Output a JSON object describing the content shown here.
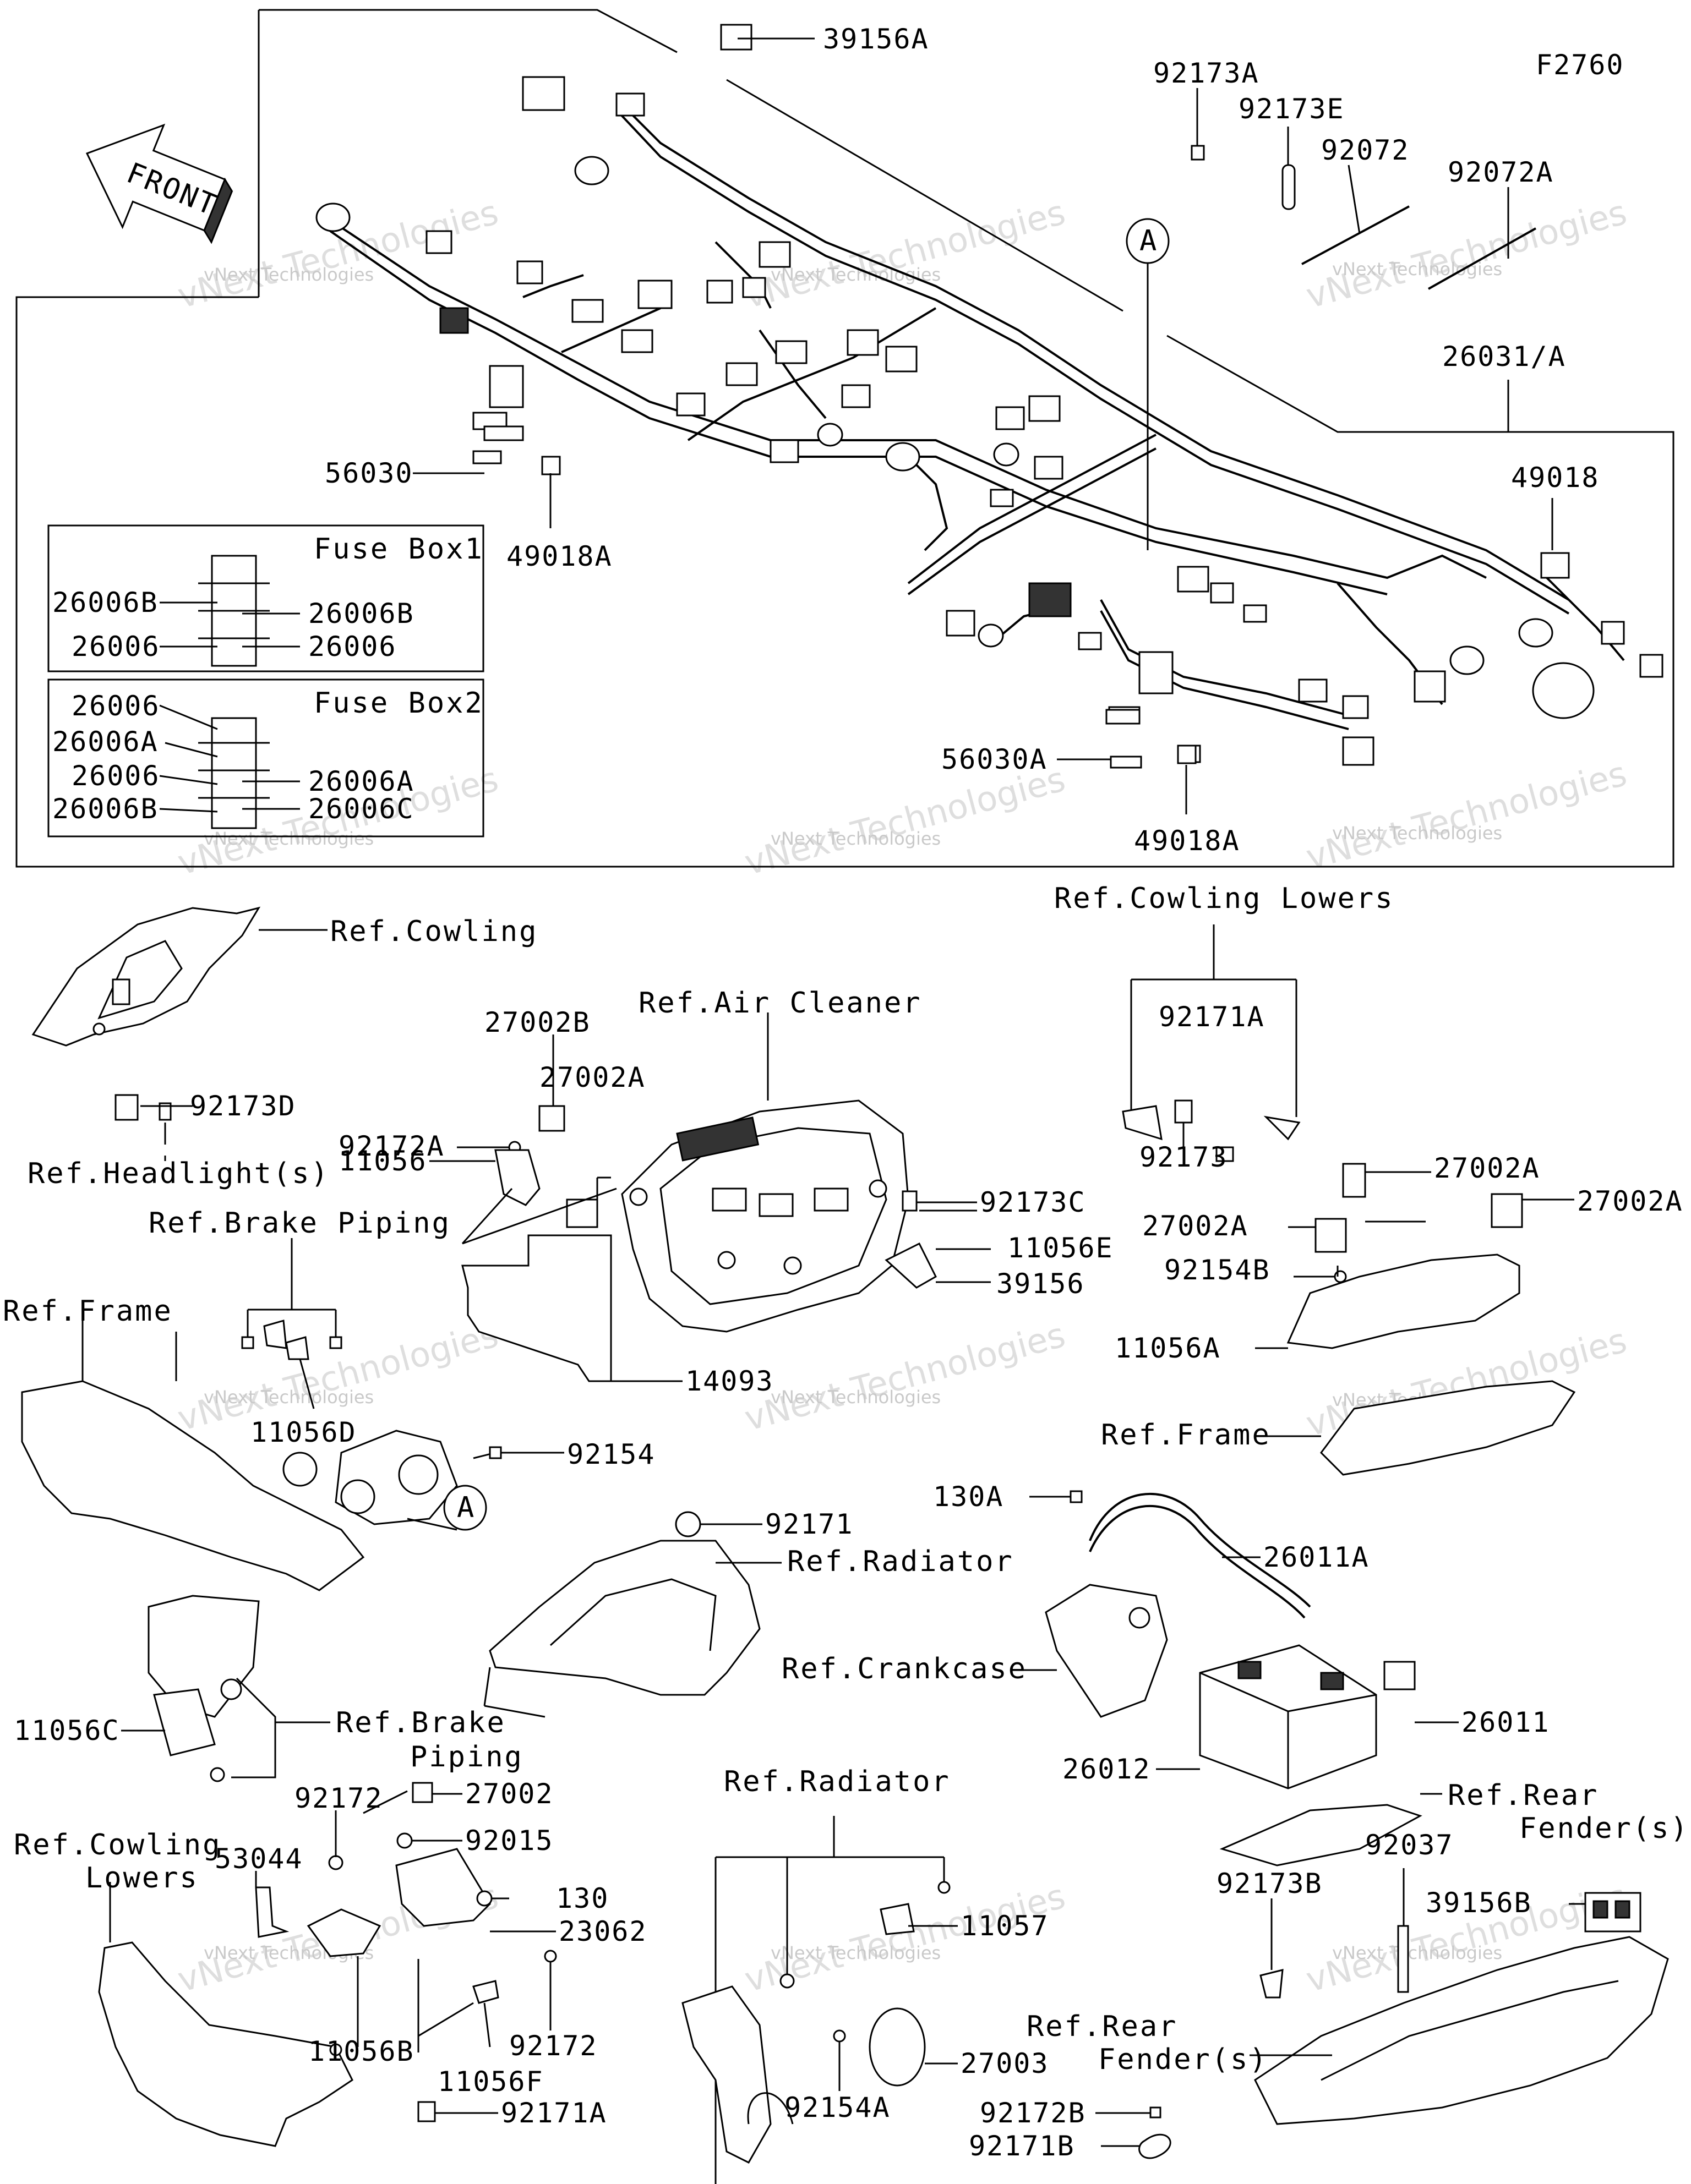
{
  "diagram_code": "F2760",
  "front_label": "FRONT",
  "watermark": "vNext Technologies",
  "callout_letter": "A",
  "fuse_box_1": {
    "title": "Fuse Box1",
    "labels": [
      "26006B",
      "26006B",
      "26006",
      "26006"
    ]
  },
  "fuse_box_2": {
    "title": "Fuse Box2",
    "labels": [
      "26006",
      "26006A",
      "26006",
      "26006A",
      "26006B",
      "26006C"
    ]
  },
  "part_numbers": [
    "39156A",
    "92173A",
    "92173E",
    "92072",
    "92072A",
    "26031/A",
    "49018",
    "56030",
    "49018A",
    "56030A",
    "49018A",
    "92173D",
    "27002B",
    "27002A",
    "92172A",
    "11056",
    "92173C",
    "11056E",
    "39156",
    "14093",
    "11056D",
    "92154",
    "92171A",
    "92173",
    "27002A",
    "27002A",
    "27002A",
    "92154B",
    "11056A",
    "92171",
    "130A",
    "26011A",
    "26011",
    "26012",
    "11056C",
    "92172",
    "53044",
    "27002",
    "92015",
    "130",
    "23062",
    "11056B",
    "11056F",
    "92172",
    "92171A",
    "11057",
    "27003",
    "92154A",
    "92037",
    "39156B",
    "92173B",
    "92172B",
    "92171B"
  ],
  "references": [
    "Ref.Cowling",
    "Ref.Headlight(s)",
    "Ref.Air Cleaner",
    "Ref.Brake Piping",
    "Ref.Frame",
    "Ref.Cowling Lowers",
    "Ref.Frame",
    "Ref.Radiator",
    "Ref.Crankcase",
    "Ref.Rear",
    "Fender(s)",
    "Ref.Brake",
    "Piping",
    "Ref.Cowling",
    "Lowers",
    "Ref.Radiator",
    "Ref.Rear",
    "Fender(s)"
  ]
}
